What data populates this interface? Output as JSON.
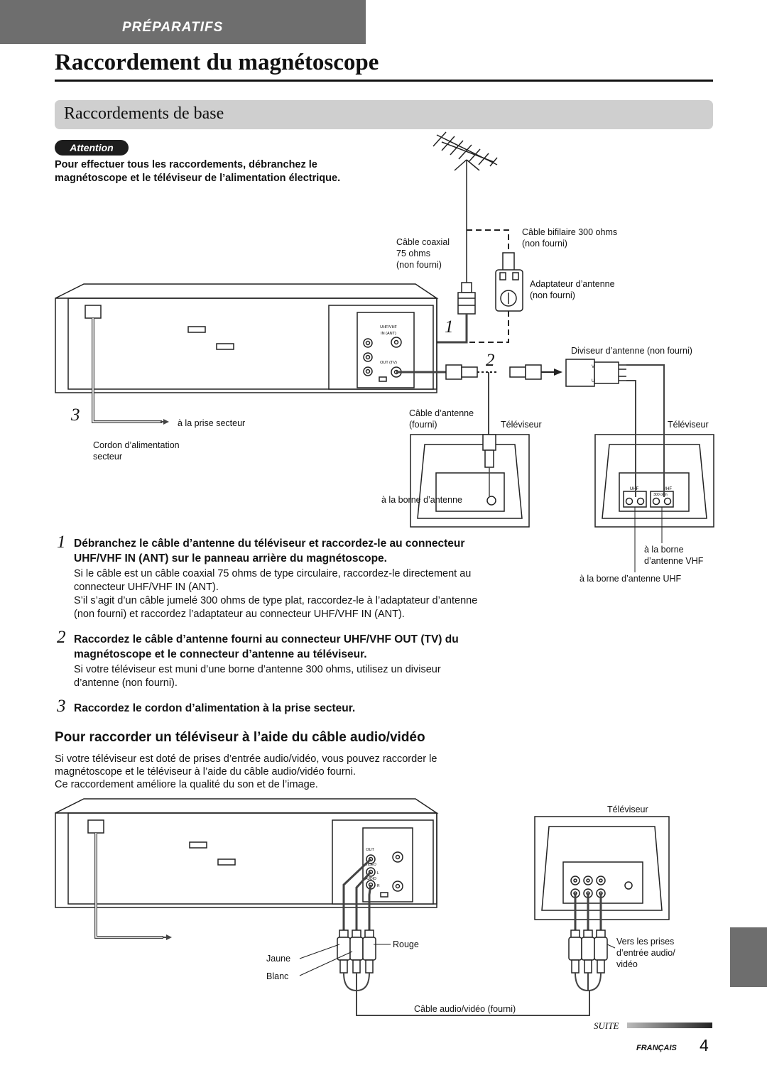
{
  "header": {
    "section_tab": "PRÉPARATIFS"
  },
  "page_title": "Raccordement du magnétoscope",
  "section": {
    "title": "Raccordements de base"
  },
  "attention": {
    "badge": "Attention",
    "line1": "Pour effectuer tous les raccordements, débranchez le",
    "line2": "magnétoscope et le téléviseur de l’alimentation électrique."
  },
  "diagram1": {
    "coax_cable": [
      "Câble coaxial",
      "75 ohms",
      "(non fourni)"
    ],
    "twin_lead": [
      "Câble bifilaire 300 ohms",
      "(non fourni)"
    ],
    "adapter": [
      "Adaptateur d’antenne",
      "(non fourni)"
    ],
    "splitter": "Diviseur d’antenne (non fourni)",
    "antenna_cable": [
      "Câble d’antenne",
      "(fourni)"
    ],
    "tv_left": "Téléviseur",
    "tv_right": "Téléviseur",
    "to_outlet": "à la prise secteur",
    "power_cord": [
      "Cordon d’alimentation",
      "secteur"
    ],
    "antenna_terminal": "à la borne d’antenne",
    "vhf_terminal": [
      "à la borne",
      "d’antenne VHF"
    ],
    "uhf_terminal": "à la borne d’antenne UHF",
    "callouts": [
      "1",
      "2",
      "3"
    ],
    "panel_uhf_vhf": "UHF/VHF",
    "panel_in_ant": "IN (ANT)",
    "panel_out_tv": "OUT (TV)",
    "tv_uhf": "UHF",
    "tv_vhf": "VHF",
    "tv_300": "300 ohm",
    "splitter_v": "V",
    "splitter_u": "U"
  },
  "steps": [
    {
      "num": "1",
      "head1": "Débranchez le câble d’antenne du téléviseur et raccordez-le au connecteur",
      "head2": "UHF/VHF IN (ANT) sur le panneau arrière du magnétoscope.",
      "body": [
        "Si le câble est un câble coaxial 75 ohms de type circulaire, raccordez-le directement au",
        "connecteur UHF/VHF IN (ANT).",
        "S’il s’agit d’un câble jumelé 300 ohms de type plat, raccordez-le à l’adaptateur d’antenne",
        "(non fourni) et raccordez l’adaptateur au connecteur UHF/VHF IN (ANT)."
      ]
    },
    {
      "num": "2",
      "head1": "Raccordez le câble d’antenne fourni au connecteur UHF/VHF OUT (TV) du",
      "head2": "magnétoscope et le connecteur d’antenne au téléviseur.",
      "body": [
        "Si votre téléviseur est muni d’une borne d’antenne 300 ohms, utilisez un diviseur",
        "d’antenne (non fourni)."
      ]
    },
    {
      "num": "3",
      "head1": "Raccordez le cordon d’alimentation à la prise secteur."
    }
  ],
  "av_section": {
    "title": "Pour raccorder un téléviseur à l’aide du câble audio/vidéo",
    "para": [
      "Si votre téléviseur est doté de prises d’entrée audio/vidéo, vous pouvez raccorder le",
      "magnétoscope et le téléviseur à l’aide du câble audio/vidéo fourni.",
      "Ce raccordement améliore la qualité du son et de l’image."
    ]
  },
  "diagram2": {
    "tv": "Téléviseur",
    "red": "Rouge",
    "yellow": "Jaune",
    "white": "Blanc",
    "av_inputs": [
      "Vers les prises",
      "d’entrée audio/",
      "vidéo"
    ],
    "av_cable": "Câble audio/vidéo (fourni)",
    "panel_out": "OUT",
    "panel_video": "VIDEO",
    "panel_audio": "AUDIO",
    "panel_l": "L",
    "panel_r": "R"
  },
  "footer": {
    "suite": "SUITE",
    "language": "FRANÇAIS",
    "page_number": "4"
  }
}
